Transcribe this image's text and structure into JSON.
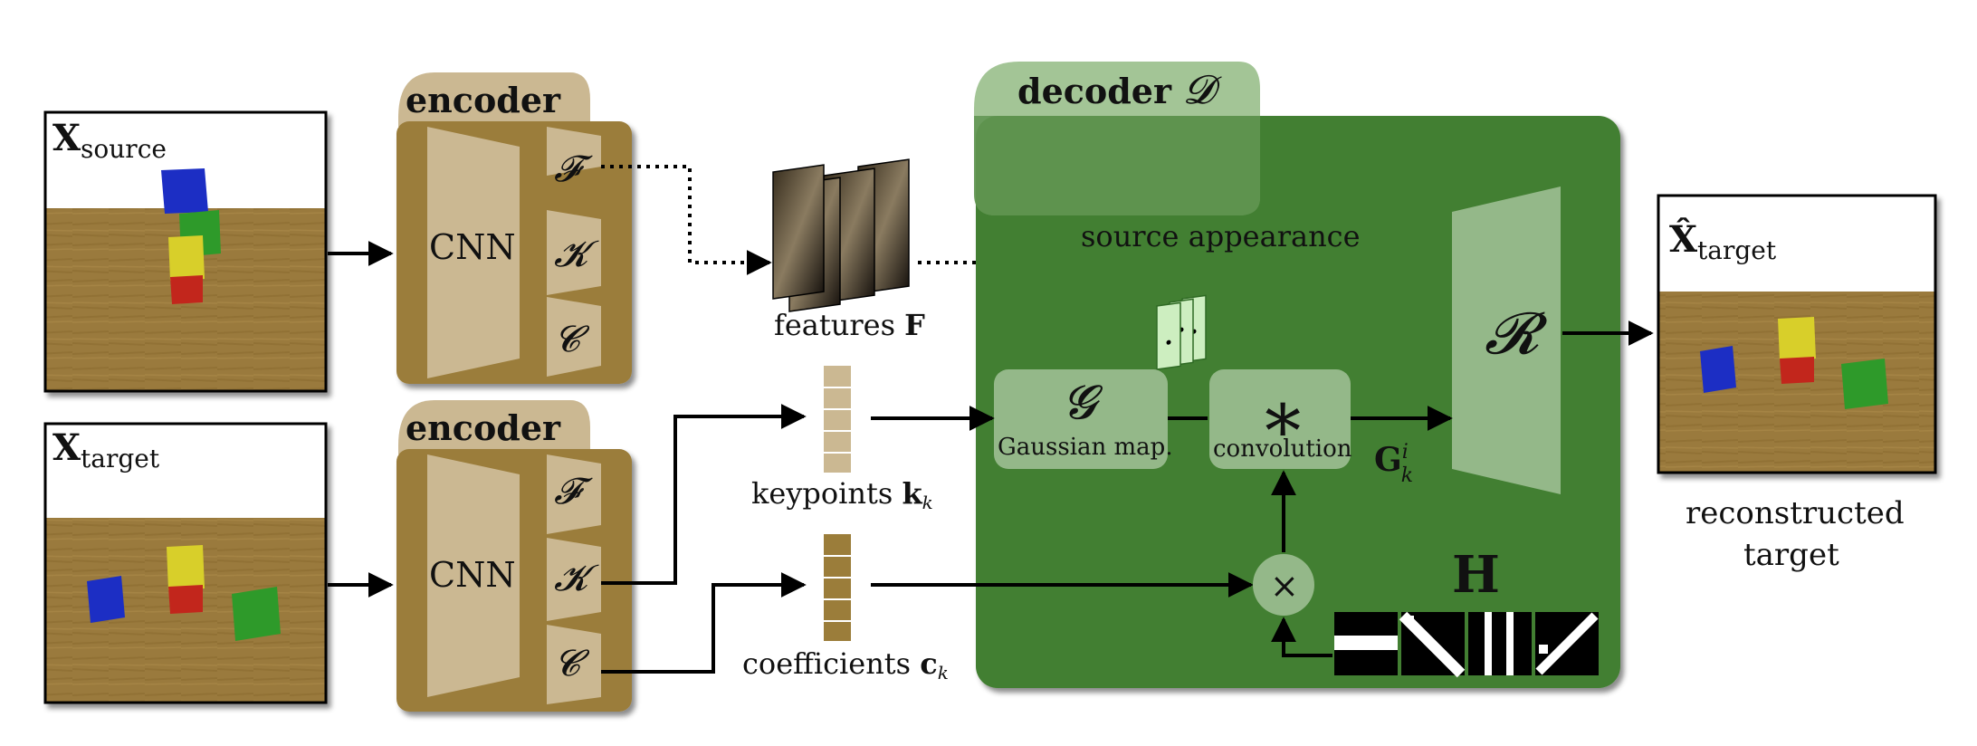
{
  "source_image": {
    "label": "X",
    "sub": "source"
  },
  "target_image": {
    "label": "X",
    "sub": "target"
  },
  "recon_image": {
    "label": "X̂",
    "sub": "target"
  },
  "recon_caption": [
    "reconstructed",
    "target"
  ],
  "encoder": {
    "title": "encoder",
    "cnn": "CNN",
    "heads": [
      "𝓕",
      "𝓚",
      "𝓒"
    ]
  },
  "features": {
    "text": "features ",
    "symbol": "F"
  },
  "keypoints": {
    "text": "keypoints ",
    "symbol": "k",
    "sub": "k"
  },
  "coefficients": {
    "text": "coefficients ",
    "symbol": "c",
    "sub": "k"
  },
  "decoder": {
    "title": "decoder ",
    "symbol": "𝓓"
  },
  "source_appearance": "source appearance",
  "gaussian": {
    "symbol": "𝓖",
    "label": "Gaussian map."
  },
  "convolution": {
    "symbol": "∗",
    "label": "convolution"
  },
  "gki": {
    "symbol": "G",
    "sup": "i",
    "sub": "k"
  },
  "renderer": {
    "symbol": "𝓡"
  },
  "multiply": "×",
  "basis": {
    "symbol": "H"
  },
  "colors": {
    "encoder_dark": "#9b7d3a",
    "encoder_light": "#cbb892",
    "decoder_dark": "#437f33",
    "decoder_tab": "#93bb84",
    "module_fill": "#94b889",
    "floor": "#9a7a3c",
    "cube_blue": "#1a2fc4",
    "cube_green": "#2f9a2a",
    "cube_yellow": "#d8cf2c",
    "cube_red": "#c2271e"
  }
}
